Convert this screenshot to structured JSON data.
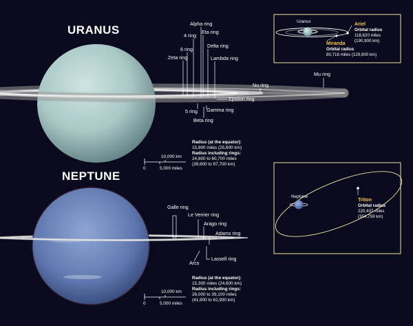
{
  "colors": {
    "background": "#0a0a1e",
    "uranus": "#a9c8c6",
    "neptune": "#5f79b0",
    "ring": "#d9d9d9",
    "moon_label": "#f5c542",
    "inset_border": "#f2e6a0"
  },
  "uranus": {
    "title": "URANUS",
    "rings": {
      "alpha": "Alpha ring",
      "four": "4 ring",
      "eta": "Eta ring",
      "six": "6 ring",
      "delta": "Delta ring",
      "zeta": "Zeta ring",
      "lambda": "Lambda ring",
      "mu": "Mu ring",
      "nu": "Nu ring",
      "epsilon": "Epsilon ring",
      "five": "5 ring",
      "gamma": "Gamma ring",
      "beta": "Beta ring"
    },
    "stats": {
      "radius_equator_label": "Radius (at the equator):",
      "radius_equator_value": "15,900 miles (25,600 km)",
      "radius_rings_label": "Radius including rings:",
      "radius_rings_value1": "24,600 to 60,700 miles",
      "radius_rings_value2": "(39,600 to 97,700 km)"
    },
    "scale": {
      "top": "10,000 km",
      "zero": "0",
      "bottom": "5,000 miles"
    },
    "inset": {
      "planet": "Uranus",
      "ariel_name": "Ariel",
      "ariel_label": "Orbital radius",
      "ariel_miles": "118,620 miles",
      "ariel_km": "(190,900 km)",
      "miranda_name": "Miranda",
      "miranda_label": "Orbital radius",
      "miranda_value": "80,716 miles (129,900 km)"
    }
  },
  "neptune": {
    "title": "NEPTUNE",
    "rings": {
      "galle": "Galle ring",
      "leverrier": "Le Verrier ring",
      "arago": "Arago ring",
      "adams": "Adams ring",
      "lassell": "Lassell ring",
      "arcs": "Arcs"
    },
    "stats": {
      "radius_equator_label": "Radius (at the equator):",
      "radius_equator_value": "15,300 miles (24,600 km)",
      "radius_rings_label": "Radius including rings:",
      "radius_rings_value1": "26,000 to 39,100 miles",
      "radius_rings_value2": "(41,900 to 62,930 km)"
    },
    "scale": {
      "top": "10,000 km",
      "zero": "0",
      "bottom": "5,000 miles"
    },
    "inset": {
      "planet": "Neptune",
      "triton_name": "Triton",
      "triton_label": "Orbital radius",
      "triton_miles": "220,437 miles",
      "triton_km": "(354,759 km)"
    }
  }
}
